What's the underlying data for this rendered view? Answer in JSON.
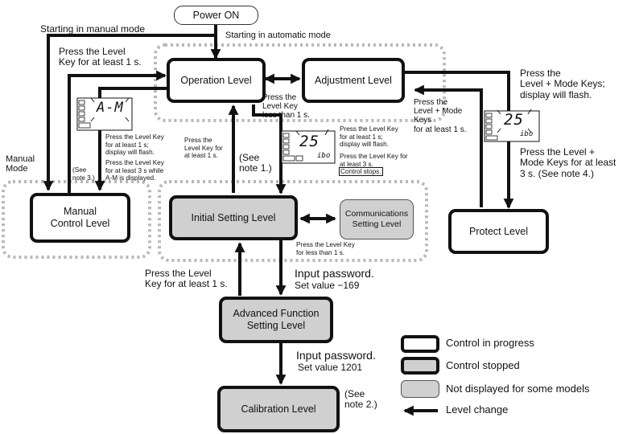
{
  "boxes": {
    "power_on": "Power ON",
    "operation": "Operation Level",
    "adjustment": "Adjustment Level",
    "manual_control": "Manual\nControl Level",
    "initial_setting": "Initial Setting Level",
    "communications": "Communications\nSetting Level",
    "protect": "Protect Level",
    "advanced_function": "Advanced Function\nSetting Level",
    "calibration": "Calibration Level"
  },
  "labels": {
    "start_manual": "Starting in manual mode",
    "start_auto": "Starting in automatic mode",
    "press_level_1s": "Press the Level\nKey for at least 1 s.",
    "manual_mode": "Manual\nMode",
    "see_note3": "(See\nnote 3.)",
    "am_note_1": "Press the Level Key\nfor at least 1 s;\ndisplay will flash.",
    "am_note_2": "Press the Level Key\nfor at least 3 s while\nA-M is displayed.",
    "press_level_1s_small": "Press the\nLevel Key for\nat least 1 s.",
    "see_note1": "(See\nnote 1.)",
    "press_level_less1": "Press the\nLevel Key\nless than 1 s.",
    "disp25_note_1": "Press the Level Key\nfor at least 1 s;\ndisplay will flash.",
    "disp25_note_2": "Press the Level Key for\nat least 3 s.",
    "control_stops": "Control stops.",
    "press_level_mode_1s": "Press the\nLevel + Mode\nKeys\nfor at least 1 s.",
    "press_level_mode_flash": "Press the\nLevel + Mode Keys;\ndisplay will flash.",
    "press_level_mode_3s": "Press the Level +\nMode Keys for at least\n3 s. (See note 4.)",
    "press_level_less1_comm": "Press the Level Key\nfor less than 1 s.",
    "press_level_1s_adv": "Press the Level\nKey for at least 1 s.",
    "input_pw_1": "Input password.",
    "set_val_1": "Set value −169",
    "input_pw_2": "Input password.",
    "set_val_2": "Set value 1201",
    "see_note2": "(See\nnote 2.)"
  },
  "displays": {
    "am": {
      "text": "A-M",
      "caption": ""
    },
    "d25_center": {
      "text": "25",
      "caption": "ibo"
    },
    "d25_right": {
      "text": "25",
      "caption": "ibo"
    }
  },
  "legend": {
    "control_in_progress": "Control in progress",
    "control_stopped": "Control stopped",
    "not_displayed": "Not displayed for some models",
    "level_change": "Level change"
  },
  "colors": {
    "line": "#111111",
    "dotted": "#b8b8b8",
    "stopped_fill": "#d0d0d0",
    "background": "#ffffff"
  }
}
